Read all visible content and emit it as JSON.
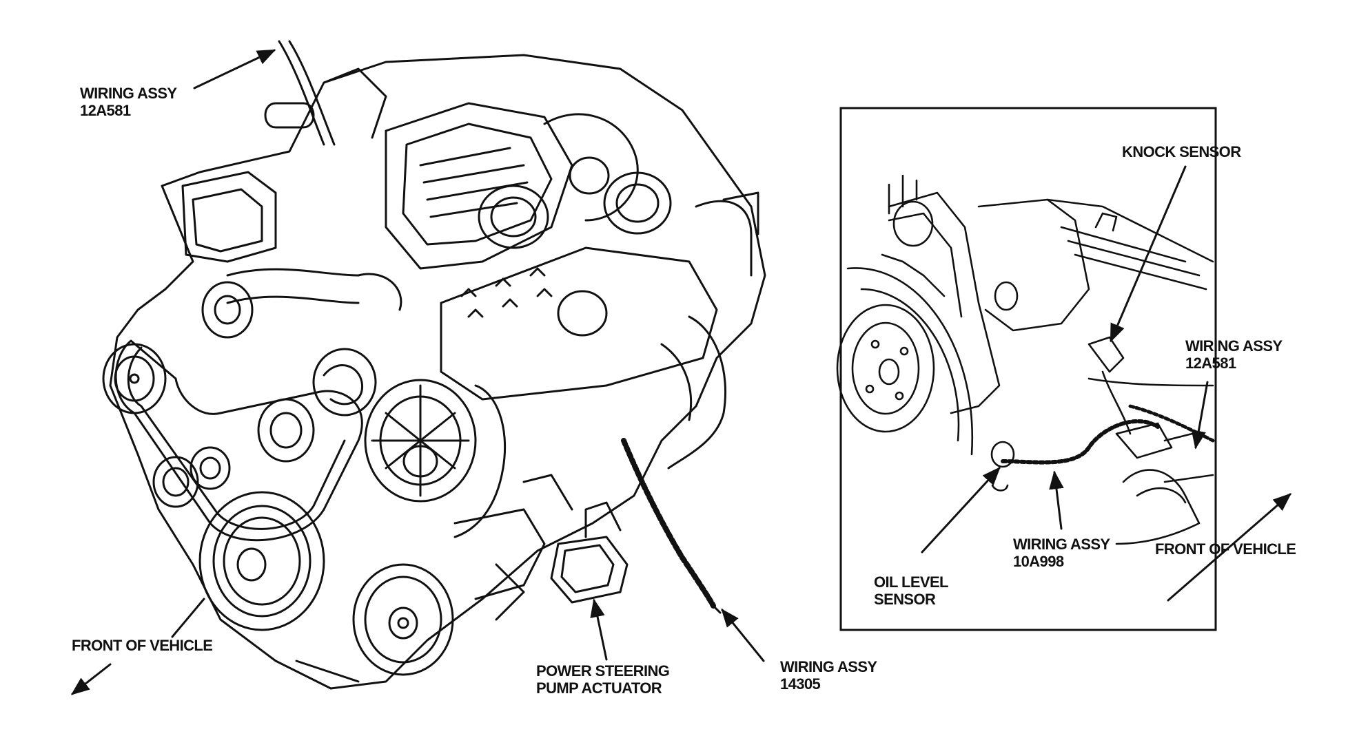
{
  "colors": {
    "ink": "#111111",
    "background": "#ffffff"
  },
  "main_view": {
    "labels": {
      "wiring_12a581": {
        "line1": "WIRING ASSY",
        "line2": "12A581"
      },
      "front_of_vehicle": "FRONT OF VEHICLE",
      "ps_pump_actuator": {
        "line1": "POWER STEERING",
        "line2": "PUMP ACTUATOR"
      },
      "wiring_14305": {
        "line1": "WIRING ASSY",
        "line2": "14305"
      }
    }
  },
  "inset_view": {
    "labels": {
      "knock_sensor": "KNOCK SENSOR",
      "wiring_12a581": {
        "line1": "WIRING ASSY",
        "line2": "12A581"
      },
      "oil_level_sensor": {
        "line1": "OIL LEVEL",
        "line2": "SENSOR"
      },
      "wiring_10a998": {
        "line1": "WIRING ASSY",
        "line2": "10A998"
      },
      "front_of_vehicle": "FRONT OF VEHICLE"
    }
  }
}
